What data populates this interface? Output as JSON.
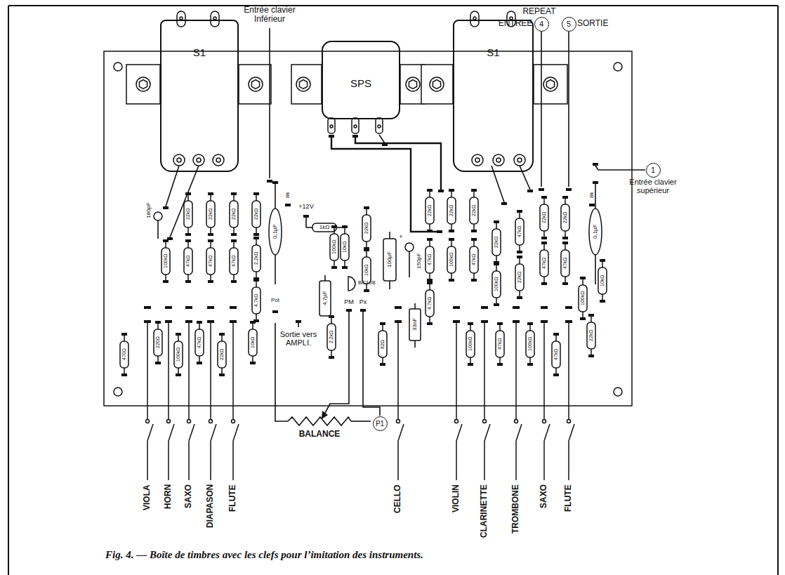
{
  "diagram": {
    "caption": "Fig. 4. — Boîte de timbres avec les clefs pour l’imitation des instruments.",
    "nodes": [
      {
        "text": [
          "S1"
        ]
      },
      {
        "text": [
          "SPS"
        ]
      },
      {
        "text": [
          "S1"
        ]
      }
    ],
    "labels": [
      "Entrée clavier Inférieur",
      "REPEAT",
      "ENTREE",
      "4",
      "5",
      "SORTIE",
      "1",
      "Entrée clavier supérieur",
      "180pF",
      "8k",
      "0,1µF",
      "+12V",
      "1kΩ",
      "+",
      "100µF",
      "150pF",
      "BC108",
      "4,7µF",
      "Sortie vers AMPLI.",
      "PM",
      "Px",
      "Pot",
      "33nF",
      "8k",
      "0,1µF",
      "22kΩ",
      "22kΩ",
      "22kΩ",
      "22kΩ",
      "100kΩ",
      "47kΩ",
      "47kΩ",
      "47kΩ",
      "2,2kΩ",
      "4,7kΩ",
      "470Ω",
      "220Ω",
      "100kΩ",
      "47kΩ",
      "22kΩ",
      "10kΩ",
      "100kΩ",
      "10kΩ",
      "22kΩ",
      "10kΩ",
      "2,2kΩ",
      "82Ω",
      "22kΩ",
      "22kΩ",
      "22kΩ",
      "47kΩ",
      "100kΩ",
      "47kΩ",
      "22kΩ",
      "100kΩ",
      "47kΩ",
      "22kΩ",
      "22kΩ",
      "22kΩ",
      "47kΩ",
      "47kΩ",
      "100kΩ",
      "10kΩ",
      "4,7kΩ",
      "100kΩ",
      "47kΩ",
      "100kΩ",
      "47kΩ",
      "22kΩ",
      "VIOLA",
      "HORN",
      "SAXO",
      "DIAPASON",
      "FLUTE",
      "BALANCE",
      "P1",
      "CELLO",
      "VIOLIN",
      "CLARINETTE",
      "TROMBONE",
      "SAXO",
      "FLUTE"
    ]
  }
}
